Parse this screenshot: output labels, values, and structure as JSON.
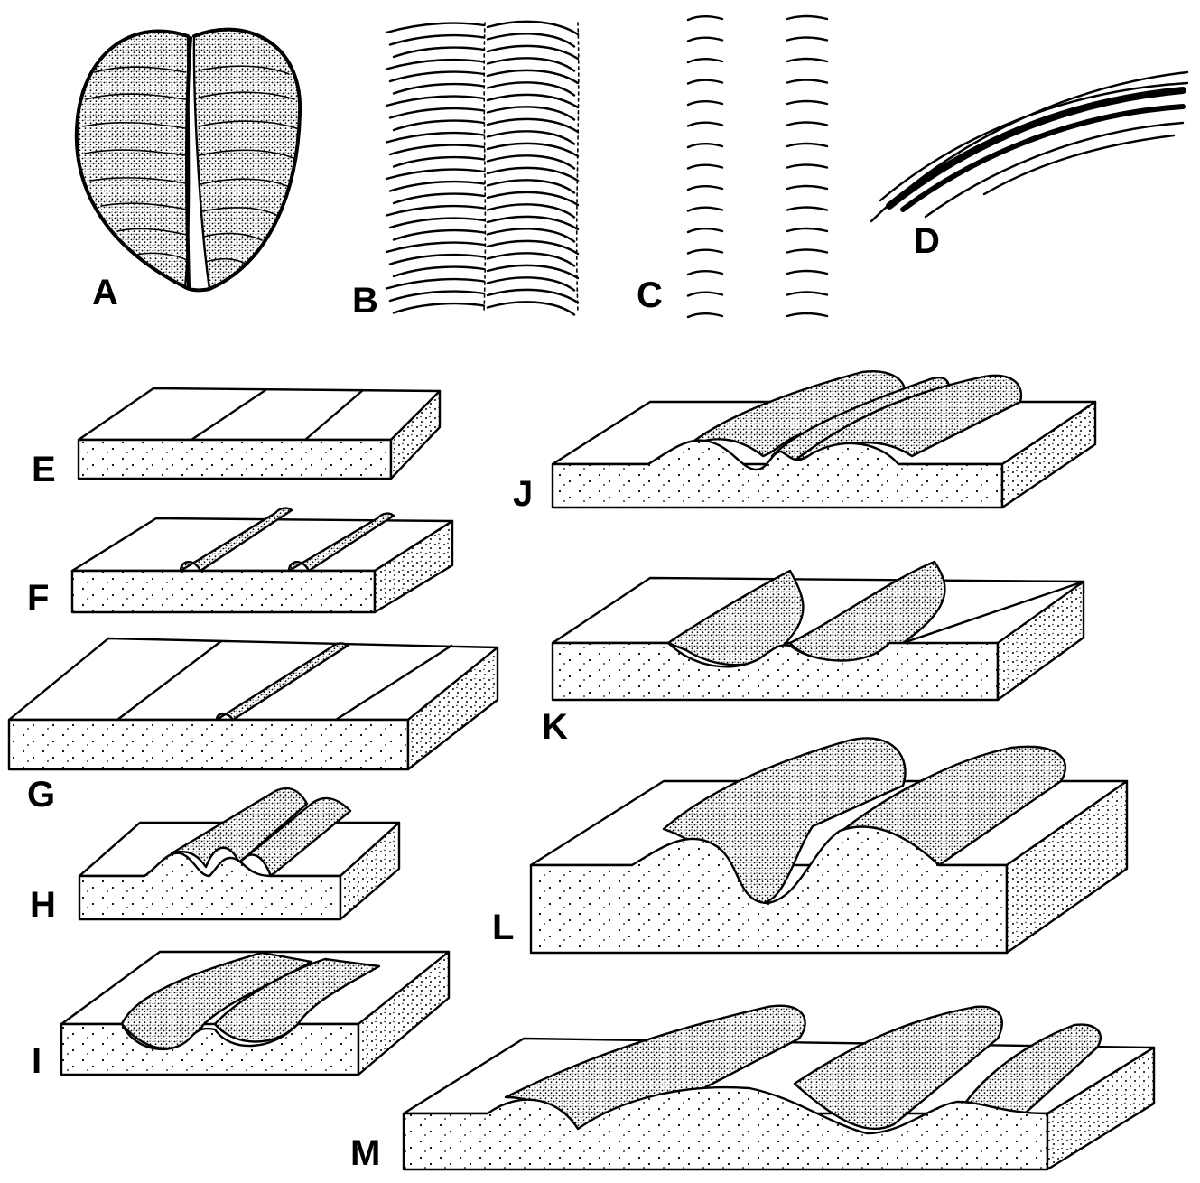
{
  "panels": [
    {
      "id": "A",
      "label": "A",
      "kind": "specimen"
    },
    {
      "id": "B",
      "label": "B",
      "kind": "ridge-pattern"
    },
    {
      "id": "C",
      "label": "C",
      "kind": "dashed-pattern"
    },
    {
      "id": "D",
      "label": "D",
      "kind": "curved-lines"
    },
    {
      "id": "E",
      "label": "E",
      "kind": "block"
    },
    {
      "id": "F",
      "label": "F",
      "kind": "block"
    },
    {
      "id": "G",
      "label": "G",
      "kind": "block"
    },
    {
      "id": "H",
      "label": "H",
      "kind": "block"
    },
    {
      "id": "I",
      "label": "I",
      "kind": "block"
    },
    {
      "id": "J",
      "label": "J",
      "kind": "block"
    },
    {
      "id": "K",
      "label": "K",
      "kind": "block"
    },
    {
      "id": "L",
      "label": "L",
      "kind": "block"
    },
    {
      "id": "M",
      "label": "M",
      "kind": "block"
    }
  ],
  "colors": {
    "ink": "#000000",
    "paper": "#ffffff"
  }
}
